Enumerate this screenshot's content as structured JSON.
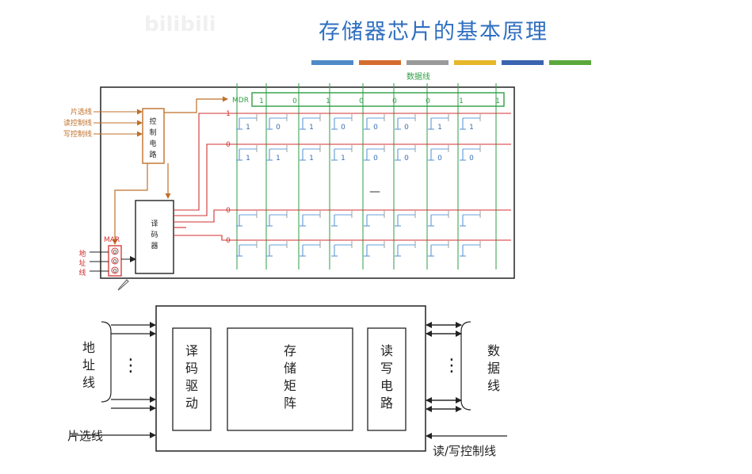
{
  "watermark": {
    "text": "bilibili"
  },
  "header": {
    "title": "存储器芯片的基本原理",
    "color_bars": [
      "#4e8ac8",
      "#d46e2e",
      "#9a9a9a",
      "#e6b72a",
      "#3a64b0",
      "#5aa83c"
    ]
  },
  "upper_diagram": {
    "data_line_label": "数据线",
    "mdr_label": "MDR",
    "mdr_bits": [
      "1",
      "0",
      "1",
      "0",
      "0",
      "0",
      "1",
      "1"
    ],
    "control_inputs": [
      "片选线",
      "读控制线",
      "写控制线"
    ],
    "control_circuit_label": "控制电路",
    "decoder_label": "译码器",
    "mar_label": "MAR",
    "address_line_label": "地址线",
    "row_select_values": [
      "1",
      "0",
      "0",
      "0"
    ],
    "row1_cells": [
      "1",
      "0",
      "1",
      "0",
      "0",
      "0",
      "1",
      "1"
    ],
    "row2_cells": [
      "1",
      "1",
      "1",
      "1",
      "0",
      "0",
      "0",
      "0"
    ],
    "ellipsis": "—",
    "mar_bits": [
      "0",
      "0",
      "0"
    ]
  },
  "lower_diagram": {
    "address_line_label": "地址线",
    "chip_select_label": "片选线",
    "decoder_driver_label": "译码驱动",
    "storage_matrix_label": "存储矩阵",
    "rw_circuit_label": "读写电路",
    "data_line_label": "数据线",
    "rw_control_label": "读/写控制线",
    "vertical_ellipsis": "⋮"
  },
  "colors": {
    "title": "#2f6fc0",
    "control": "#c0702a",
    "red_line": "#d23030",
    "green_line": "#2e9e44",
    "cell_blue": "#6aa0d8"
  }
}
